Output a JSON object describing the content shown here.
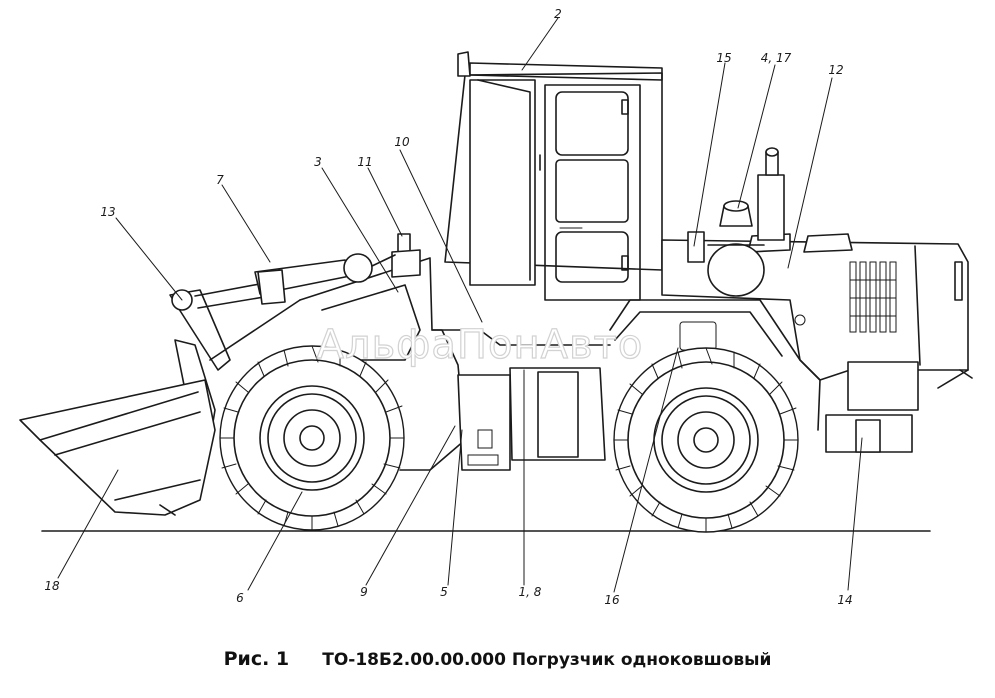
{
  "caption": {
    "figure": "Рис. 1",
    "text": "ТО-18Б2.00.00.000 Погрузчик одноковшовый"
  },
  "watermark": "АльфаПонАвто",
  "callouts": [
    "1, 8",
    "2",
    "3",
    "4, 17",
    "5",
    "6",
    "7",
    "9",
    "10",
    "11",
    "12",
    "13",
    "14",
    "15",
    "16",
    "18"
  ]
}
